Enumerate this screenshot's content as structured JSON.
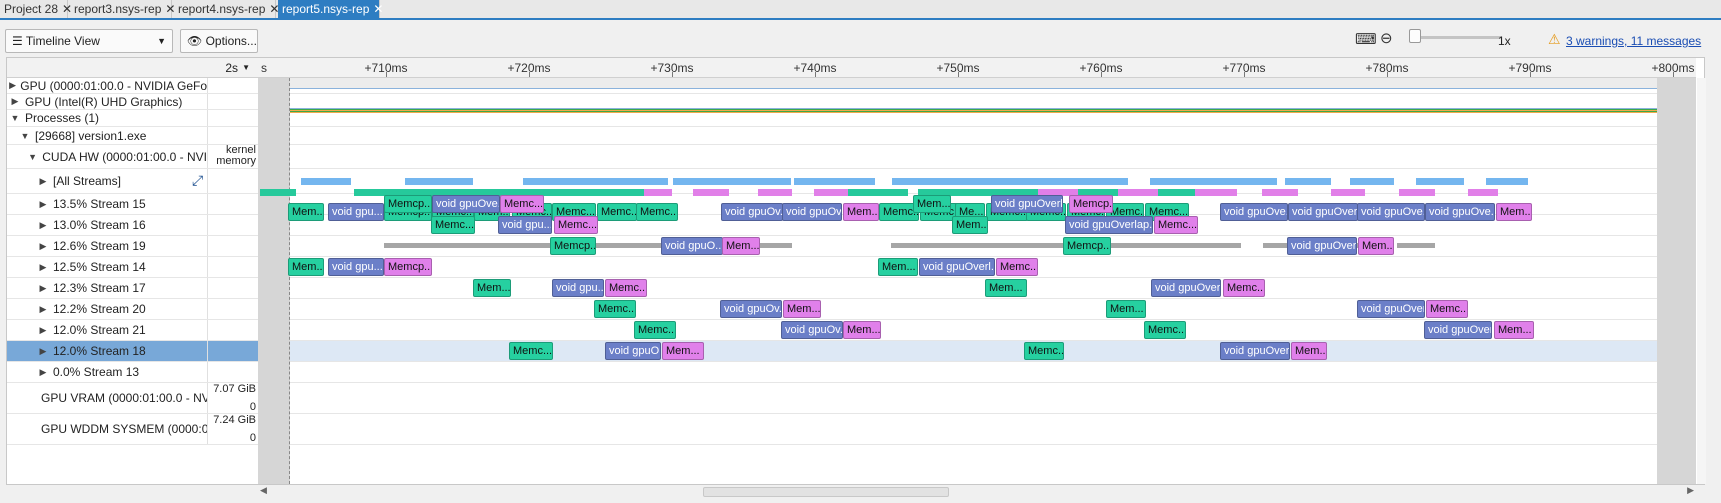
{
  "tabs": [
    {
      "label": "Project 28",
      "active": false
    },
    {
      "label": "report3.nsys-rep",
      "active": false
    },
    {
      "label": "report4.nsys-rep",
      "active": false
    },
    {
      "label": "report5.nsys-rep",
      "active": true
    }
  ],
  "toolbar": {
    "view_label": "Timeline View",
    "options_label": "Options...",
    "zoom_text": "1x",
    "warnings_text": "3 warnings, 11 messages",
    "colors": {
      "warning": "#e59a1c",
      "link": "#1a4db3"
    }
  },
  "timeline": {
    "range_label": "2s",
    "ticks": [
      "+710ms",
      "+720ms",
      "+730ms",
      "+740ms",
      "+750ms",
      "+760ms",
      "+770ms",
      "+780ms",
      "+790ms",
      "+800ms"
    ],
    "gpu_memory_rows": [
      {
        "label": "GPU VRAM (0000:01:00.0 - NV",
        "max": "7.07 GiB",
        "min": "0"
      },
      {
        "label": "GPU WDDM SYSMEM (0000:0",
        "max": "7.24 GiB",
        "min": "0"
      }
    ],
    "colors": {
      "memcpy": "#26d0a0",
      "kernel": "#6b7fc8",
      "memset": "#e080ea",
      "overview_kernel": "#74b6ef",
      "selected": "#78a8d8"
    }
  },
  "tree": {
    "gpu_nvidia": "GPU (0000:01:00.0 - NVIDIA GeFo",
    "gpu_intel": "GPU (Intel(R) UHD Graphics)",
    "processes": "Processes (1)",
    "process": "[29668] version1.exe",
    "cuda_hw": "CUDA HW (0000:01:00.0 - NVI",
    "cuda_hw_sub1": "kernel",
    "cuda_hw_sub2": "memory",
    "all_streams": "[All Streams]",
    "streams": [
      {
        "label": "13.5% Stream 15",
        "events": [
          {
            "kind": "memcpy",
            "label": "Memcp..."
          },
          {
            "kind": "kernel",
            "label": "void gpuOve..."
          },
          {
            "kind": "memset",
            "label": "Memc..."
          },
          {
            "kind": "memcpy",
            "label": "Mem..."
          },
          {
            "kind": "kernel",
            "label": "void gpuOverl..."
          },
          {
            "kind": "memset",
            "label": "Memcp..."
          }
        ]
      },
      {
        "label": "13.0% Stream 16",
        "events": [
          {
            "kind": "memcpy",
            "label": "Memc..."
          },
          {
            "kind": "kernel",
            "label": "void gpu..."
          },
          {
            "kind": "memset",
            "label": "Memc..."
          },
          {
            "kind": "memcpy",
            "label": "Mem..."
          },
          {
            "kind": "kernel",
            "label": "void gpuOverlap..."
          },
          {
            "kind": "memset",
            "label": "Memc..."
          }
        ]
      },
      {
        "label": "12.6% Stream 19",
        "events": [
          {
            "kind": "memcpy",
            "label": "Memcp..."
          },
          {
            "kind": "kernel",
            "label": "void gpuO..."
          },
          {
            "kind": "memset",
            "label": "Mem..."
          },
          {
            "kind": "memcpy",
            "label": "Memcp..."
          },
          {
            "kind": "kernel",
            "label": "void gpuOver..."
          },
          {
            "kind": "memset",
            "label": "Mem..."
          }
        ]
      },
      {
        "label": "12.5% Stream 14",
        "events": [
          {
            "kind": "memcpy",
            "label": "Mem..."
          },
          {
            "kind": "kernel",
            "label": "void gpu..."
          },
          {
            "kind": "memset",
            "label": "Memcp..."
          },
          {
            "kind": "memcpy",
            "label": "Mem..."
          },
          {
            "kind": "kernel",
            "label": "void gpuOverl..."
          },
          {
            "kind": "memset",
            "label": "Memc..."
          }
        ]
      },
      {
        "label": "12.3% Stream 17",
        "events": [
          {
            "kind": "memcpy",
            "label": "Mem..."
          },
          {
            "kind": "kernel",
            "label": "void gpu..."
          },
          {
            "kind": "memset",
            "label": "Memc..."
          },
          {
            "kind": "memcpy",
            "label": "Mem..."
          },
          {
            "kind": "kernel",
            "label": "void gpuOver..."
          },
          {
            "kind": "memset",
            "label": "Memc..."
          }
        ]
      },
      {
        "label": "12.2% Stream 20",
        "events": [
          {
            "kind": "memcpy",
            "label": "Memc..."
          },
          {
            "kind": "kernel",
            "label": "void gpuOv..."
          },
          {
            "kind": "memset",
            "label": "Mem..."
          },
          {
            "kind": "memcpy",
            "label": "Mem..."
          },
          {
            "kind": "kernel",
            "label": "void gpuOver..."
          },
          {
            "kind": "memset",
            "label": "Memc..."
          }
        ]
      },
      {
        "label": "12.0% Stream 21",
        "events": [
          {
            "kind": "memcpy",
            "label": "Memc..."
          },
          {
            "kind": "kernel",
            "label": "void gpuOv..."
          },
          {
            "kind": "memset",
            "label": "Mem..."
          },
          {
            "kind": "memcpy",
            "label": "Memc..."
          },
          {
            "kind": "kernel",
            "label": "void gpuOver..."
          },
          {
            "kind": "memset",
            "label": "Mem..."
          }
        ]
      },
      {
        "label": "12.0% Stream 18",
        "selected": true,
        "events": [
          {
            "kind": "memcpy",
            "label": "Memc..."
          },
          {
            "kind": "kernel",
            "label": "void gpuO..."
          },
          {
            "kind": "memset",
            "label": "Mem..."
          },
          {
            "kind": "memcpy",
            "label": "Memc..."
          },
          {
            "kind": "kernel",
            "label": "void gpuOver..."
          },
          {
            "kind": "memset",
            "label": "Mem..."
          }
        ]
      },
      {
        "label": "0.0% Stream 13",
        "events": []
      }
    ],
    "all_streams_events": [
      {
        "kind": "memcpy",
        "label": "Mem..."
      },
      {
        "kind": "kernel",
        "label": "void gpu..."
      },
      {
        "kind": "memcpy",
        "label": "Memcp..."
      },
      {
        "kind": "memcpy",
        "label": "Memc..."
      },
      {
        "kind": "memcpy",
        "label": "Mem..."
      },
      {
        "kind": "memcpy",
        "label": "Memc..."
      },
      {
        "kind": "memcpy",
        "label": "Memc..."
      },
      {
        "kind": "memcpy",
        "label": "Memc..."
      },
      {
        "kind": "memcpy",
        "label": "Memc..."
      },
      {
        "kind": "kernel",
        "label": "void gpuOv..."
      },
      {
        "kind": "kernel",
        "label": "void gpuOv..."
      },
      {
        "kind": "memset",
        "label": "Mem..."
      },
      {
        "kind": "memcpy",
        "label": "Memc..."
      },
      {
        "kind": "memcpy",
        "label": "Memc..."
      },
      {
        "kind": "memcpy",
        "label": "Me..."
      },
      {
        "kind": "memcpy",
        "label": "Memc..."
      },
      {
        "kind": "memcpy",
        "label": "Memc..."
      },
      {
        "kind": "memcpy",
        "label": "Memc..."
      },
      {
        "kind": "memcpy",
        "label": "Memc..."
      },
      {
        "kind": "memcpy",
        "label": "Memc..."
      },
      {
        "kind": "kernel",
        "label": "void gpuOve..."
      },
      {
        "kind": "kernel",
        "label": "void gpuOver..."
      },
      {
        "kind": "kernel",
        "label": "void gpuOve..."
      },
      {
        "kind": "kernel",
        "label": "void gpuOve..."
      },
      {
        "kind": "memset",
        "label": "Mem..."
      }
    ]
  }
}
